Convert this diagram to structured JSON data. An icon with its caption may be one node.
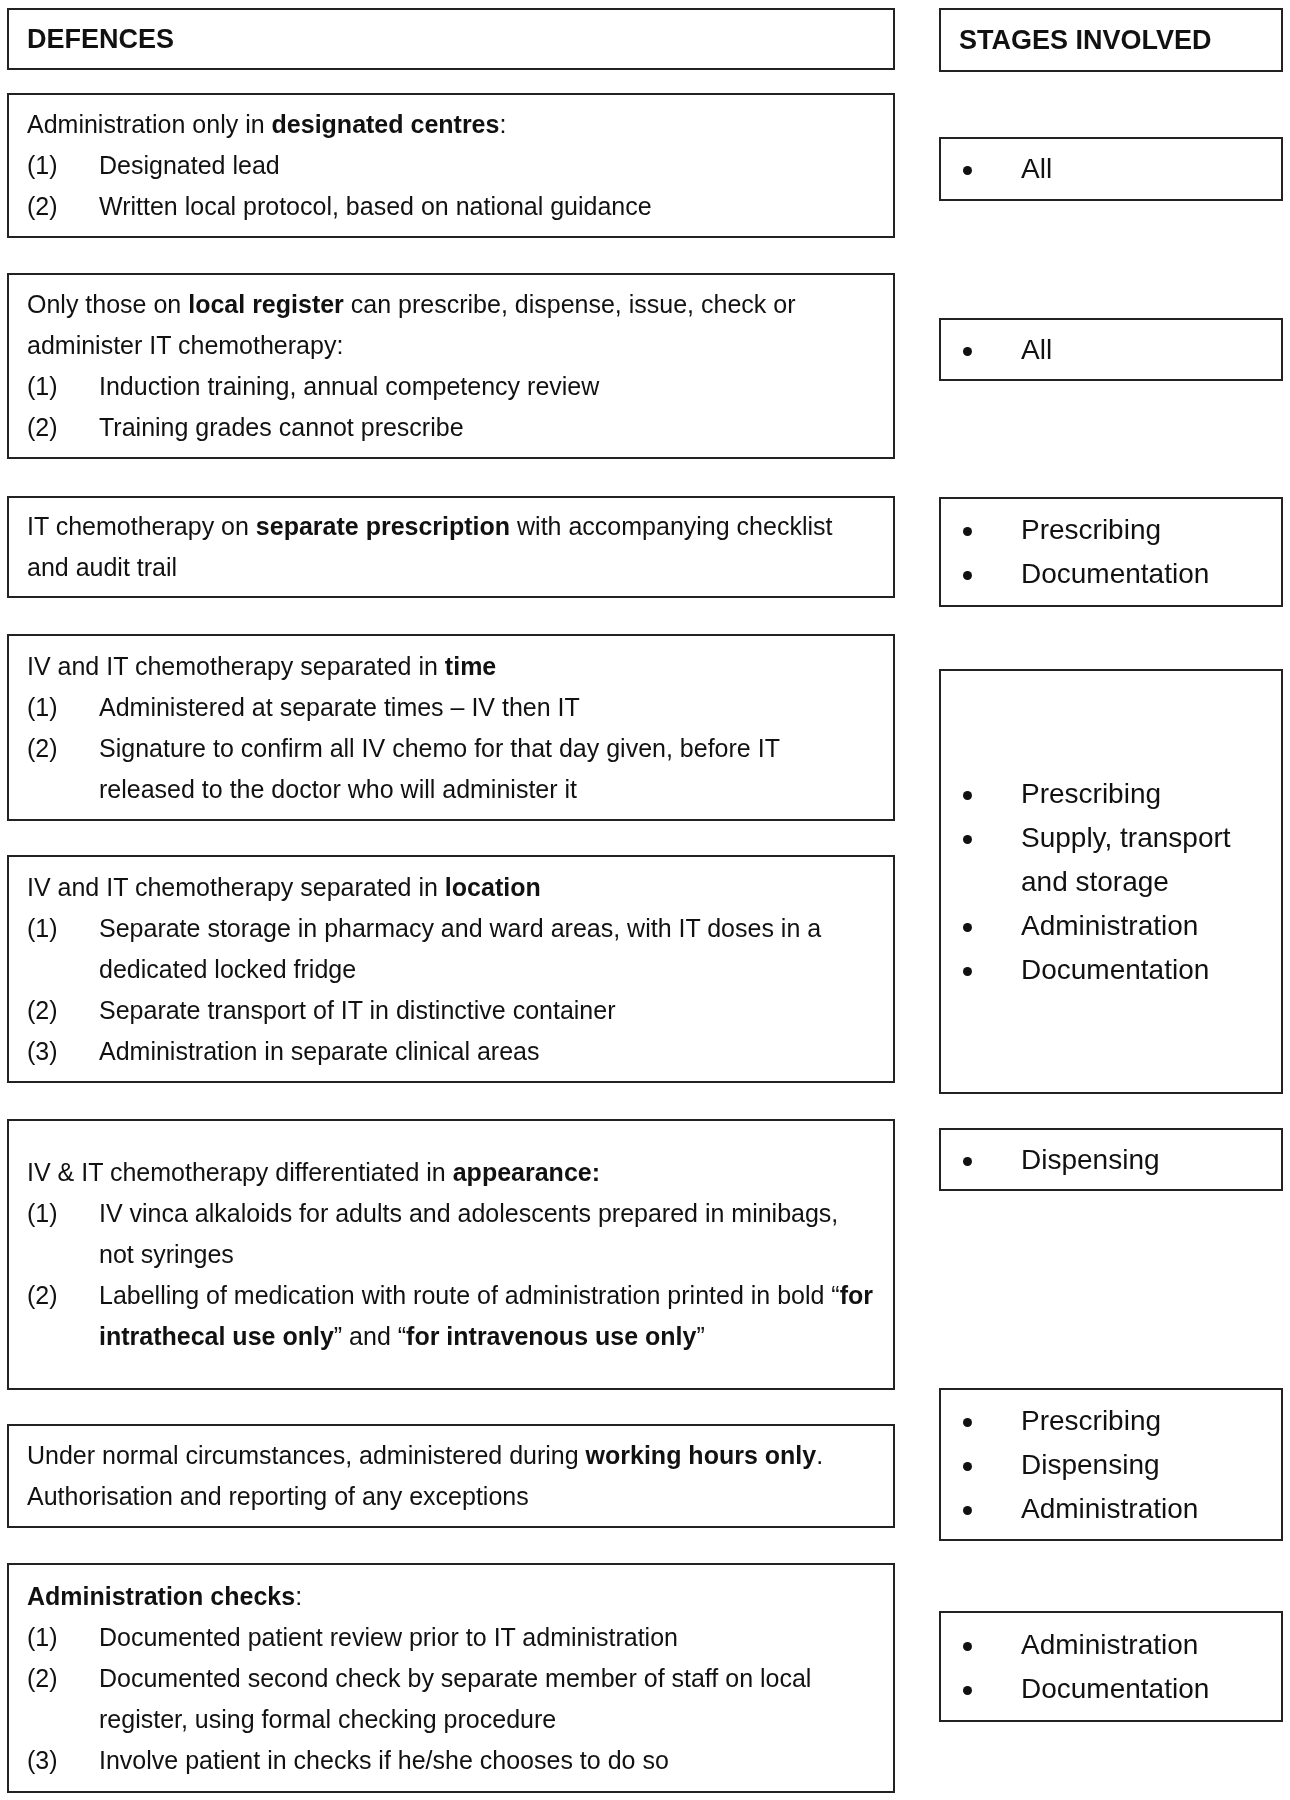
{
  "diagram": {
    "nodes": [
      {
        "text": [
          "DEFENCES"
        ]
      },
      {
        "text": [
          "STAGES INVOLVED"
        ]
      },
      {
        "text": [
          "Administration only in **designated centres**:",
          "(1) Designated lead",
          "(2) Written local protocol, based on national guidance"
        ]
      },
      {
        "text": [
          "All"
        ]
      },
      {
        "text": [
          "Only those on **local register** can prescribe, dispense, issue, check or administer IT chemotherapy:",
          "(1) Induction training, annual competency review",
          "(2) Training grades cannot prescribe"
        ]
      },
      {
        "text": [
          "All"
        ]
      },
      {
        "text": [
          "IT chemotherapy on **separate prescription** with accompanying checklist and audit trail"
        ]
      },
      {
        "text": [
          "Prescribing",
          "Documentation"
        ]
      },
      {
        "text": [
          "IV and IT chemotherapy separated in **time**",
          "(1) Administered at separate times – IV then IT",
          "(2) Signature to confirm all IV chemo for that day given, before IT released to the doctor who will administer it"
        ]
      },
      {
        "text": [
          "IV and IT chemotherapy separated in **location**",
          "(1) Separate storage in pharmacy and ward areas, with IT doses in a dedicated locked fridge",
          "(2) Separate transport of IT in distinctive container",
          "(3) Administration in separate clinical areas"
        ]
      },
      {
        "text": [
          "Prescribing",
          "Supply, transport and storage",
          "Administration",
          "Documentation"
        ]
      },
      {
        "text": [
          "IV & IT chemotherapy differentiated in **appearance:**",
          "(1) IV vinca alkaloids for adults and adolescents prepared in minibags, not syringes",
          "(2) Labelling of medication with route of administration printed in bold “**for intrathecal use only**” and “**for intravenous use only**”"
        ]
      },
      {
        "text": [
          "Dispensing"
        ]
      },
      {
        "text": [
          "Under normal circumstances, administered during **working hours only**.  Authorisation and reporting of any exceptions"
        ]
      },
      {
        "text": [
          "Prescribing",
          "Dispensing",
          "Administration"
        ]
      },
      {
        "text": [
          "**Administration checks**:",
          "(1) Documented patient review prior to IT administration",
          "(2) Documented second check by separate member of staff on local register, using formal checking procedure",
          "(3) Involve patient in checks if he/she chooses to do so"
        ]
      },
      {
        "text": [
          "Administration",
          "Documentation"
        ]
      }
    ]
  }
}
